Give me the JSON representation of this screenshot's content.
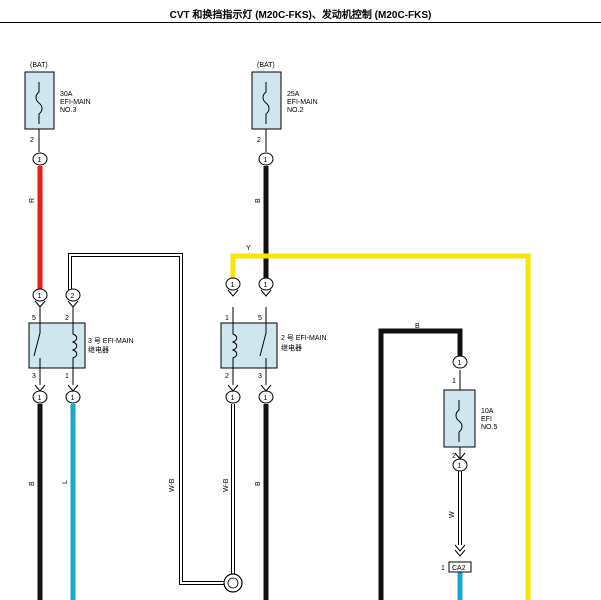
{
  "title": "CVT 和换挡指示灯 (M20C-FKS)、发动机控制 (M20C-FKS)",
  "fuses": [
    {
      "source": "(BAT)",
      "rating": "30A",
      "name1": "EFI-MAIN",
      "name2": "NO.3",
      "pin": "2"
    },
    {
      "source": "(BAT)",
      "rating": "25A",
      "name1": "EFI-MAIN",
      "name2": "NO.2",
      "pin": "2"
    },
    {
      "rating": "10A",
      "name1": "EFI",
      "name2": "NO.5",
      "pin_top": "1",
      "pin_bottom": "2"
    }
  ],
  "relays": [
    {
      "label1": "3 号 EFI-MAIN",
      "label2": "继电器",
      "pins": {
        "tl": "5",
        "tr": "2",
        "bl": "3",
        "br": "1"
      }
    },
    {
      "label1": "2 号 EFI-MAIN",
      "label2": "继电器",
      "pins": {
        "tl": "1",
        "tr": "5",
        "bl": "2",
        "br": "3"
      }
    }
  ],
  "connectors": {
    "c1": "1",
    "c2": "2",
    "c3": "1"
  },
  "connector_ca2": {
    "pin": "1",
    "name": "CA2"
  },
  "wires": {
    "r": "R",
    "b": "B",
    "y": "Y",
    "l": "L",
    "wb": "W-B",
    "w": "W"
  },
  "colors": {
    "red": "#ee1b1b",
    "black": "#111111",
    "yellow": "#f7e600",
    "blue": "#1aa7d0",
    "white": "#ffffff",
    "relay_fill": "#cfe6ef"
  }
}
